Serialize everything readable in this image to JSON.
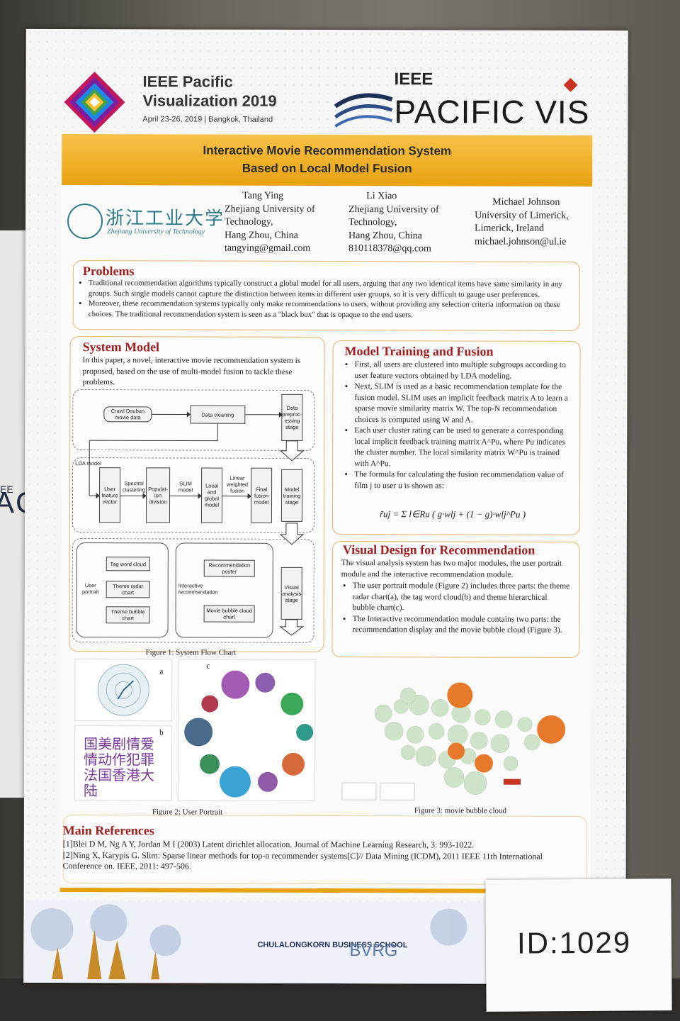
{
  "side_sign": {
    "text": "AC",
    "text2": "EE"
  },
  "conference": {
    "title_line1": "IEEE Pacific",
    "title_line2": "Visualization 2019",
    "date": "April 23-26, 2019 | Bangkok, Thailand"
  },
  "pacificvis": {
    "ieee": "IEEE",
    "name": "PACIFIC VIS"
  },
  "poster_title": "Interactive Movie Recommendation System\nBased on Local Model Fusion",
  "university": {
    "name_cn": "浙江工业大学",
    "name_en": "Zhejiang University of Technology"
  },
  "authors": [
    {
      "name": "Tang Ying",
      "affil1": "Zhejiang University of",
      "affil2": "Technology,",
      "city": "Hang Zhou, China",
      "email": "tangying@gmail.com"
    },
    {
      "name": "Li Xiao",
      "affil1": "Zhejiang University of",
      "affil2": "Technology,",
      "city": "Hang Zhou, China",
      "email": "810118378@qq.com"
    },
    {
      "name": "Michael Johnson",
      "affil1": "University of Limerick,",
      "city": "Limerick, Ireland",
      "email": "michael.johnson@ul.ie"
    }
  ],
  "problems": {
    "title": "Problems",
    "items": [
      "Traditional recommendation algorithms typically construct a global model for all users, arguing that any two identical items have same similarity in any groups. Such single models cannot capture the distinction between items in different user groups, so it is very difficult to gauge user preferences.",
      "Moreover, these recommendation systems typically only make recommendations to users, without providing any selection criteria information on these choices. The traditional recommendation system is seen as a \"black box\" that is opaque to the end users."
    ]
  },
  "system_model": {
    "title": "System Model",
    "text": "In this paper, a novel, interactive movie recommendation system is proposed, based on the use of multi-model fusion to tackle these problems.",
    "caption": "Figure 1: System Flow Chart"
  },
  "flowchart": {
    "crawl": "Crawl Douban movie data",
    "cleaning": "Data cleaning",
    "preproc_stage": "Data preproc-essing stage",
    "lda": "LDA model",
    "user_vector": "User feature vector",
    "spectral": "Spectral clustering",
    "population": "Populat-ion division",
    "slim": "SLIM model",
    "local": "Local and global model",
    "linear": "Linear weighted fusion",
    "final": "Final fusion model",
    "training_stage": "Model training stage",
    "tag_cloud": "Tag word cloud",
    "theme_radar": "Theme radar chart",
    "theme_bubble": "Theme bubble chart",
    "user_portrait": "User portrait",
    "rec_poster": "Recommendation poster",
    "interactive_rec": "Interactive recommendation",
    "movie_bubble": "Movie bubble cloud chart",
    "visual_stage": "Visual analysis stage"
  },
  "model_training": {
    "title": "Model Training and Fusion",
    "items": [
      "First, all users are clustered into multiple subgroups according to user feature vectors obtained by LDA modeling.",
      "Next, SLIM is used as a basic recommendation template for the fusion model. SLIM uses an implicit feedback matrix A to learn a sparse movie similarity matrix W. The top-N recommendation choices is computed using W and A.",
      "Each user cluster rating can be used to generate a corresponding local implicit feedback training matrix A^Pu, where Pu indicates the cluster number. The local similarity matrix W^Pu is trained with A^Pu.",
      "The formula for calculating the fusion recommendation value of film j to user u is shown as:"
    ],
    "formula": "r̃uj = Σ l∈Ru ( g·wlj + (1 − g)·wlj^Pu )"
  },
  "visual_design": {
    "title": "Visual Design for Recommendation",
    "intro": "The visual analysis system has two major modules, the user portrait module and the interactive recommendation module.",
    "items": [
      "The user portrait module (Figure 2) includes three parts: the theme radar chart(a), the tag word cloud(b) and theme hierarchical bubble chart(c).",
      "The Interactive recommendation module contains two parts: the recommendation display and the movie bubble cloud (Figure 3)."
    ]
  },
  "figure2": {
    "caption": "Figure 2: User Portrait",
    "label_a": "a",
    "label_b": "b",
    "label_c": "c",
    "wordcloud": "国美剧情爱情动作犯罪法国香港大陆"
  },
  "figure3": {
    "caption": "Figure 3: movie bubble cloud"
  },
  "references": {
    "title": "Main References",
    "items": [
      "[1]Blei D M, Ng A Y, Jordan M I (2003) Latent dirichlet allocation. Journal of Machine Learning Research, 3: 993-1022.",
      "[2]Ning X, Karypis G. Slim: Sparse linear methods for top-n recommender systems[C]// Data Mining (ICDM), 2011 IEEE 11th International Conference on. IEEE, 2011: 497-506."
    ]
  },
  "sponsors": {
    "school": "CHULALONGKORN BUSINESS SCHOOL",
    "group": "BVRG"
  },
  "id_card": {
    "text": "ID:1029"
  }
}
